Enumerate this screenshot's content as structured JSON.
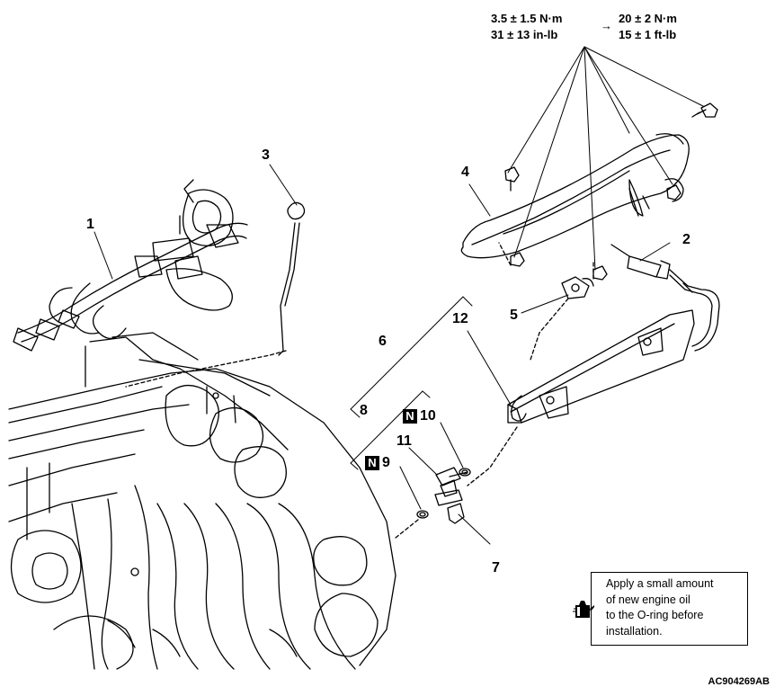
{
  "torque": {
    "line1_a": "3.5 ± 1.5 N·m",
    "line1_b": "20 ± 2 N·m",
    "line2_a": "31 ± 13 in-lb",
    "line2_b": "15 ± 1 ft-lb",
    "arrow": "→"
  },
  "callouts": {
    "c1": "1",
    "c2": "2",
    "c3": "3",
    "c4": "4",
    "c5": "5",
    "c6": "6",
    "c7": "7",
    "c8": "8",
    "c9": "9",
    "c10": "10",
    "c11": "11",
    "c12": "12"
  },
  "badges": {
    "n": "N"
  },
  "note": {
    "line1": "Apply a small amount",
    "line2": "of new engine oil",
    "line3": "to the O-ring before",
    "line4": "installation.",
    "icon": "oil-can-icon"
  },
  "figure_code": "AC904269AB"
}
